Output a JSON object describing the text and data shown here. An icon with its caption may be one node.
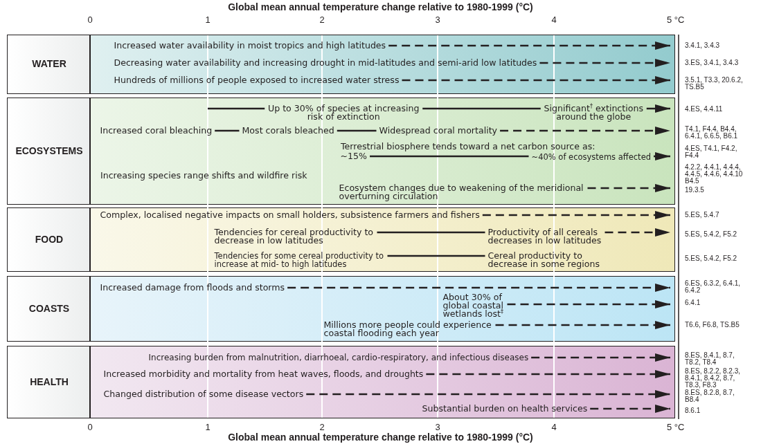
{
  "diagram": {
    "title": "Global mean annual temperature change relative to 1980-1999 (°C)",
    "nodes": [
      {
        "text": [
          "WATER"
        ]
      },
      {
        "text": [
          "Increased water availability in moist tropics and high latitudes"
        ],
        "in": 0
      },
      {
        "text": [
          "Decreasing water availability and increasing drought in mid-latitudes and semi-arid low latitudes"
        ],
        "in": 0
      },
      {
        "text": [
          "Hundreds of millions of people exposed to increased water stress"
        ],
        "in": 0
      },
      {
        "text": [
          "ECOSYSTEMS"
        ]
      },
      {
        "text": [
          "Up to 30% of species at increasing risk of extinction"
        ],
        "in": 4
      },
      {
        "text": [
          "Significant$^{†}$ extinctions around the globe"
        ],
        "in": 4
      },
      {
        "text": [
          "Increased coral bleaching"
        ],
        "in": 4
      },
      {
        "text": [
          "Most corals bleached"
        ],
        "in": 4
      },
      {
        "text": [
          "Widespread coral mortality"
        ],
        "in": 4
      },
      {
        "text": [
          "~15%"
        ],
        "in": 4
      },
      {
        "text": [
          "~40% of ecosystems affected"
        ],
        "in": 4
      },
      {
        "text": [
          "Ecosystem changes due to weakening of the meridional overturning circulation"
        ],
        "in": 4
      },
      {
        "text": [
          "FOOD"
        ]
      },
      {
        "text": [
          "Complex, localised negative impacts on small holders, subsistence farmers and fishers"
        ],
        "in": 13
      },
      {
        "text": [
          "Tendencies for cereal productivity to decrease in low latitudes"
        ],
        "in": 13
      },
      {
        "text": [
          "Productivity of all cereals decreases in low latitudes"
        ],
        "in": 13
      },
      {
        "text": [
          "Tendencies for some cereal productivity to increase at mid- to high latitudes"
        ],
        "in": 13
      },
      {
        "text": [
          "Cereal productivity to decrease in some regions"
        ],
        "in": 13
      },
      {
        "text": [
          "COASTS"
        ]
      },
      {
        "text": [
          "Increased damage from floods and storms"
        ],
        "in": 19
      },
      {
        "text": [
          "About 30% of global coastal wetlands lost$^{‡}$"
        ],
        "in": 19
      },
      {
        "text": [
          "Millions more people could experience coastal flooding each year"
        ],
        "in": 19
      },
      {
        "text": [
          "HEALTH"
        ]
      },
      {
        "text": [
          "Increasing burden from malnutrition, diarrhoeal, cardio-respiratory, and infectious diseases"
        ],
        "in": 23
      },
      {
        "text": [
          "Increased morbidity and mortality from heat waves, floods, and droughts"
        ],
        "in": 23
      },
      {
        "text": [
          "Changed distribution of some disease vectors"
        ],
        "in": 23
      },
      {
        "text": [
          "Substantial burden on health services"
        ],
        "in": 23
      }
    ],
    "edges": [
      {
        "from": 1,
        "to": null,
        "arrow": "to",
        "style": "dashed"
      },
      {
        "from": 2,
        "to": null,
        "arrow": "to",
        "style": "dashed"
      },
      {
        "from": 3,
        "to": null,
        "arrow": "to",
        "style": "dashed"
      },
      {
        "from": null,
        "to": 5,
        "arrow": "none"
      },
      {
        "from": 5,
        "to": 6,
        "arrow": "none"
      },
      {
        "from": 6,
        "to": null,
        "arrow": "to"
      },
      {
        "from": 7,
        "to": 8,
        "arrow": "none"
      },
      {
        "from": 8,
        "to": 9,
        "arrow": "none"
      },
      {
        "from": 9,
        "to": null,
        "arrow": "to",
        "style": "dashed"
      },
      {
        "from": 10,
        "to": 11,
        "arrow": "none"
      },
      {
        "from": 11,
        "to": null,
        "arrow": "to"
      },
      {
        "from": 12,
        "to": null,
        "arrow": "to",
        "style": "dashed"
      },
      {
        "from": 14,
        "to": null,
        "arrow": "to",
        "style": "dashed"
      },
      {
        "from": 15,
        "to": 16,
        "arrow": "none"
      },
      {
        "from": 16,
        "to": null,
        "arrow": "to",
        "style": "dashed"
      },
      {
        "from": 17,
        "to": 18,
        "arrow": "none"
      },
      {
        "from": 20,
        "to": null,
        "arrow": "to",
        "style": "dashed"
      },
      {
        "from": 21,
        "to": null,
        "arrow": "to",
        "style": "dashed"
      },
      {
        "from": 22,
        "to": null,
        "arrow": "to",
        "style": "dashed"
      },
      {
        "from": 24,
        "to": null,
        "arrow": "to",
        "style": "dashed"
      },
      {
        "from": 25,
        "to": null,
        "arrow": "to",
        "style": "dashed"
      },
      {
        "from": 26,
        "to": null,
        "arrow": "to",
        "style": "dashed"
      },
      {
        "from": 27,
        "to": null,
        "arrow": "to",
        "style": "dashed"
      }
    ],
    "labels": [
      "0",
      "1",
      "2",
      "3",
      "4",
      "5 °C",
      "Terrestrial biosphere tends toward a net carbon source as:",
      "Increasing species range shifts and wildfire risk",
      "3.4.1, 3.4.3",
      "3.ES, 3.4.1, 3.4.3",
      "3.5.1, T3.3, 20.6.2, TS.B5",
      "4.ES, 4.4.11",
      "T4.1, F4.4, B4.4, 6.4.1, 6.6.5, B6.1",
      "4.ES, T4.1, F4.2, F4.4",
      "4.2.2, 4.4.1, 4.4.4, 4.4.5, 4.4.6, 4.4.10 B4.5",
      "19.3.5",
      "5.ES, 5.4.7",
      "5.ES, 5.4.2, F5.2",
      "5.ES, 5.4.2, F5.2",
      "6.ES, 6.3.2, 6.4.1, 6.4.2",
      "6.4.1",
      "T6.6, F6.8, TS.B5",
      "8.ES, 8.4.1, 8.7, T8.2, T8.4",
      "8.ES, 8.2.2, 8.2.3, 8.4.1, 8.4.2, 8.7, T8.3, F8.3",
      "8.ES, 8.2.8, 8.7, B8.4",
      "8.6.1",
      "0",
      "1",
      "2",
      "3",
      "4",
      "5 °C",
      "Global mean annual temperature change relative to 1980-1999 (°C)"
    ]
  }
}
